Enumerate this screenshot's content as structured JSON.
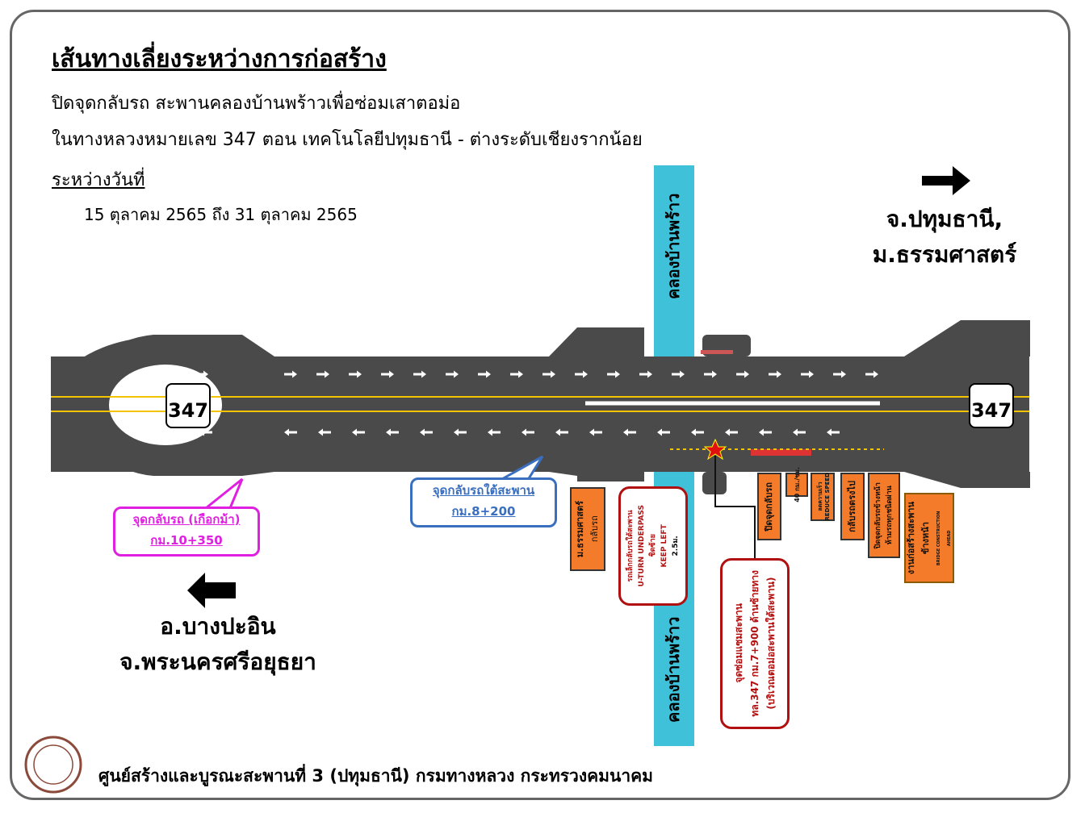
{
  "title": "เส้นทางเลี่ยงระหว่างการก่อสร้าง",
  "line1": "ปิดจุดกลับรถ สะพานคลองบ้านพร้าวเพื่อซ่อมเสาตอม่อ",
  "line2": "ในทางหลวงหมายเลข 347 ตอน เทคโนโลยีปทุมธานี - ต่างระดับเชียงรากน้อย",
  "period_label": "ระหว่างวันที่",
  "period": "15 ตุลาคม 2565 ถึง 31 ตุลาคม 2565",
  "dest_right": [
    "จ.ปทุมธานี,",
    "ม.ธรรมศาสตร์"
  ],
  "dest_left": [
    "อ.บางปะอิน",
    "จ.พระนครศรีอยุธยา"
  ],
  "canal": "คลองบ้านพร้าว",
  "route_number": "347",
  "uturn_left": [
    "จุดกลับรถ (เกือกม้า)",
    "กม.10+350"
  ],
  "uturn_mid": [
    "จุดกลับรถใต้สะพาน",
    "กม.8+200"
  ],
  "signs": {
    "thammasat": [
      "ม.ธรรมศาสตร์",
      "กลับรถ"
    ],
    "underpass": [
      "รถเล็กกลับรถใต้สะพาน",
      "U-TURN UNDERPASS",
      "ชิดซ้าย",
      "KEEP LEFT",
      "2.5ม."
    ],
    "repair": [
      "จุดซ่อมแซมสะพาน",
      "ทล.347 กม.7+900 ด้านซ้ายทาง",
      "(บริเวณตอม่อสะพานใต้สะพาน)"
    ],
    "close_uturn": "ปิดจุดกลับรถ",
    "speed": [
      "40",
      "กม./ชม."
    ],
    "reduce": [
      "ลดความเร็ว",
      "REDUCE SPEED"
    ],
    "straight": "กลับรถตรงไป",
    "close_ahead": [
      "ปิดจุดกลับรถข้างหน้า",
      "ห้ามรถทุกชนิดผ่าน"
    ],
    "construction": [
      "งานก่อสร้างสะพาน",
      "ข้างหน้า",
      "BRIDGE CONSTRUCTION",
      "AHEAD"
    ]
  },
  "footer": "ศูนย์สร้างและบูรณะสะพานที่ 3 (ปทุมธานี)  กรมทางหลวง  กระทรวงคมนาคม",
  "colors": {
    "road": "#4a4a4a",
    "canal": "#3fc1d9",
    "sign": "#f47b2a",
    "callout": "#b01010",
    "magenta": "#e020e0",
    "blue": "#3a6fc0"
  }
}
